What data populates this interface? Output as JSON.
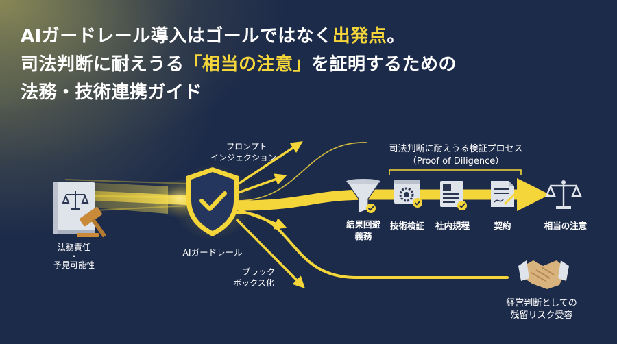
{
  "title": {
    "line1_a": "AIガードレール導入はゴールではなく",
    "line1_hl": "出発点",
    "line1_b": "。",
    "line2_a": "司法判断に耐えうる",
    "line2_hl": "「相当の注意」",
    "line2_b": "を証明するための",
    "line3": "法務・技術連携ガイド"
  },
  "colors": {
    "background": "#1d2b4a",
    "accent": "#f5d63a",
    "icon_fill": "#dfe3ea",
    "icon_dark": "#2a3552"
  },
  "left": {
    "label_line1": "法務責任",
    "separator": "・",
    "label_line2": "予見可能性"
  },
  "guardrail": {
    "label": "AIガードレール"
  },
  "threats": {
    "prompt_line1": "プロンプト",
    "prompt_line2": "インジェクション",
    "blackbox_line1": "ブラック",
    "blackbox_line2": "ボックス化"
  },
  "process": {
    "title": "司法判断に耐えうる検証プロセス",
    "subtitle": "（Proof of Diligence）",
    "steps": [
      {
        "label_line1": "結果回避",
        "label_line2": "義務",
        "icon": "funnel-icon"
      },
      {
        "label_line1": "技術検証",
        "icon": "gear-monitor-icon"
      },
      {
        "label_line1": "社内規程",
        "icon": "document-icon"
      },
      {
        "label_line1": "契約",
        "icon": "contract-icon"
      }
    ],
    "goal": {
      "label": "相当の注意",
      "icon": "scales-icon"
    }
  },
  "bottom": {
    "label_line1": "経営判断としての",
    "label_line2": "残留リスク受容",
    "icon": "handshake-icon"
  }
}
